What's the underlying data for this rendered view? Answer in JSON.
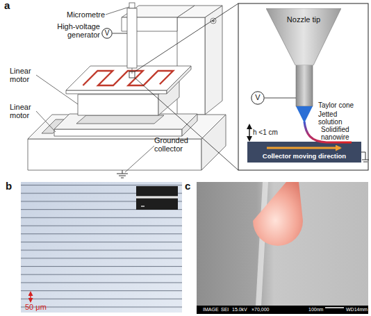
{
  "diagram": {
    "nodes": [
      {
        "text": [
          "V"
        ]
      },
      {
        "text": [
          "Nozzle tip"
        ]
      },
      {
        "text": [
          "V"
        ]
      },
      {
        "text": [
          "Collector moving direction"
        ]
      }
    ],
    "labels": [
      "a",
      "Micrometre",
      "High-voltage generator",
      "Linear motor",
      "Linear motor",
      "Grounded collector",
      "Taylor cone",
      "Jetted solution",
      "Solidified nanowire",
      "h <1 cm",
      "b",
      "50 μm",
      "c",
      "IMAGE",
      "SEI",
      "15.0kV",
      "×70,000",
      "100nm",
      "WD14mm"
    ]
  }
}
